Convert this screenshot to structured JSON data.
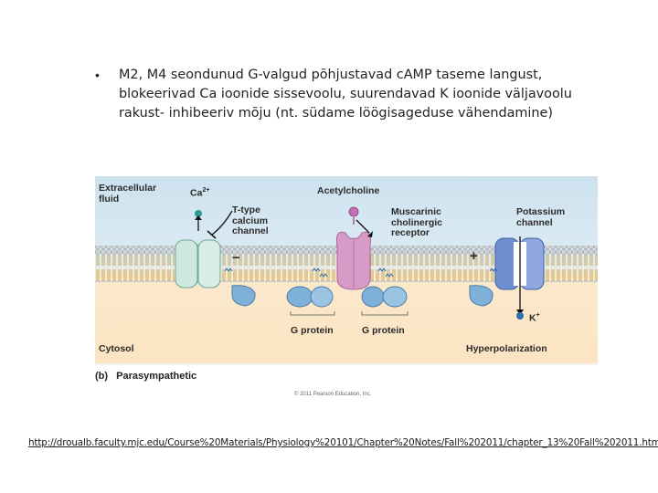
{
  "bullet": {
    "marker": "•",
    "text": "M2, M4 seondunud G-valgud põhjustavad cAMP taseme langust, blokeerivad Ca ioonide sissevoolu, suurendavad K ioonide väljavoolu rakust- inhibeeriv mõju (nt. südame löögisageduse vähendamine)"
  },
  "figure": {
    "extracellular": [
      "Extracellular",
      "fluid"
    ],
    "ca_ion": "Ca",
    "ca_sup": "2+",
    "t_type": [
      "T-type",
      "calcium",
      "channel"
    ],
    "acetylcholine": "Acetylcholine",
    "muscarinic": [
      "Muscarinic",
      "cholinergic",
      "receptor"
    ],
    "potassium": [
      "Potassium",
      "channel"
    ],
    "minus": "−",
    "plus": "+",
    "k_ion": "K",
    "k_sup": "+",
    "g_protein_1": "G protein",
    "g_protein_2": "G protein",
    "cytosol": "Cytosol",
    "hyperpolarization": "Hyperpolarization",
    "panel_letter": "(b)",
    "panel_title": "Parasympathetic",
    "copyright": "© 2011 Pearson Education, Inc."
  },
  "link": "http://droualb.faculty.mjc.edu/Course%20Materials/Physiology%20101/Chapter%20Notes/Fall%202011/chapter_13%20Fall%202011.htm",
  "colors": {
    "extracellular_bg": "#cfe3ef",
    "cytosol_bg": "#fbe7c7",
    "calcium_channel": "#cfe8de",
    "receptor": "#d79bc7",
    "g_protein": "#7fb0d8",
    "potassium_channel": "#6f8fd1",
    "ca_ion": "#2a9a8f",
    "k_ion": "#2b6fb3"
  }
}
